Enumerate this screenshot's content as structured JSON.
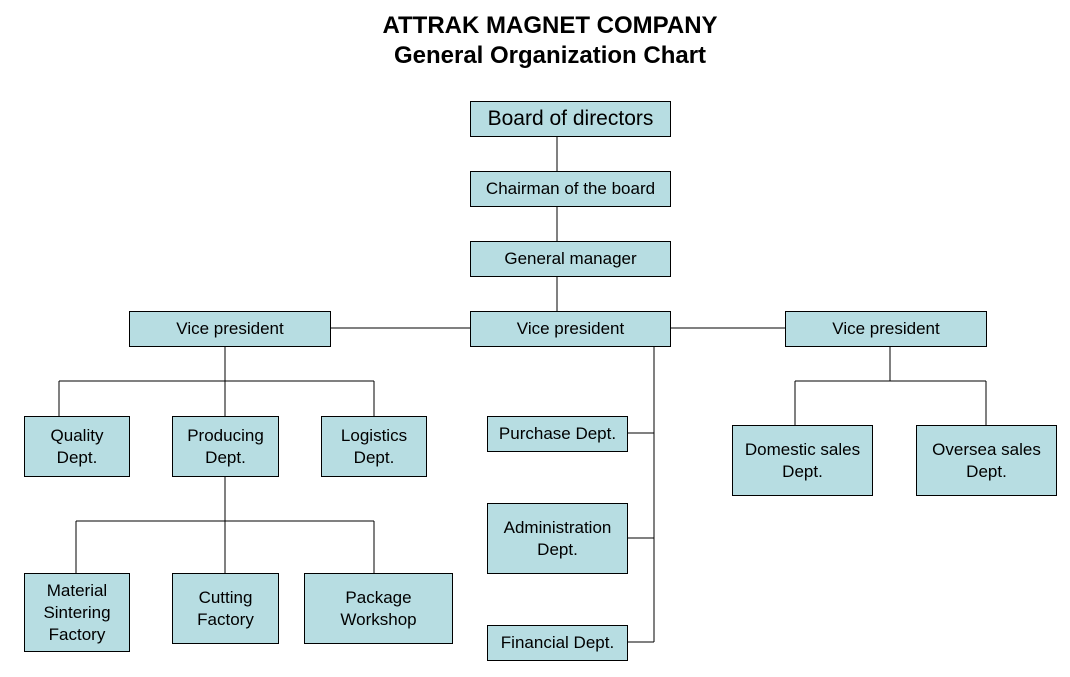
{
  "title": {
    "line1": "ATTRAK MAGNET COMPANY",
    "line2": "General Organization Chart"
  },
  "nodes": {
    "board": [
      "Board of directors"
    ],
    "chairman": [
      "Chairman of the board"
    ],
    "gm": [
      "General manager"
    ],
    "vp_left": [
      "Vice president"
    ],
    "vp_center": [
      "Vice president"
    ],
    "vp_right": [
      "Vice president"
    ],
    "quality": [
      "Quality",
      "Dept."
    ],
    "producing": [
      "Producing",
      "Dept."
    ],
    "logistics": [
      "Logistics",
      "Dept."
    ],
    "purchase": [
      "Purchase Dept."
    ],
    "administration": [
      "Administration",
      "Dept."
    ],
    "financial": [
      "Financial Dept."
    ],
    "domestic": [
      "Domestic sales",
      "Dept."
    ],
    "oversea": [
      "Oversea sales",
      "Dept."
    ],
    "material": [
      "Material",
      "Sintering",
      "Factory"
    ],
    "cutting": [
      "Cutting",
      "Factory"
    ],
    "package": [
      "Package",
      "Workshop"
    ]
  },
  "colors": {
    "box_fill": "#b7dde2",
    "border": "#000000",
    "text": "#000000"
  }
}
